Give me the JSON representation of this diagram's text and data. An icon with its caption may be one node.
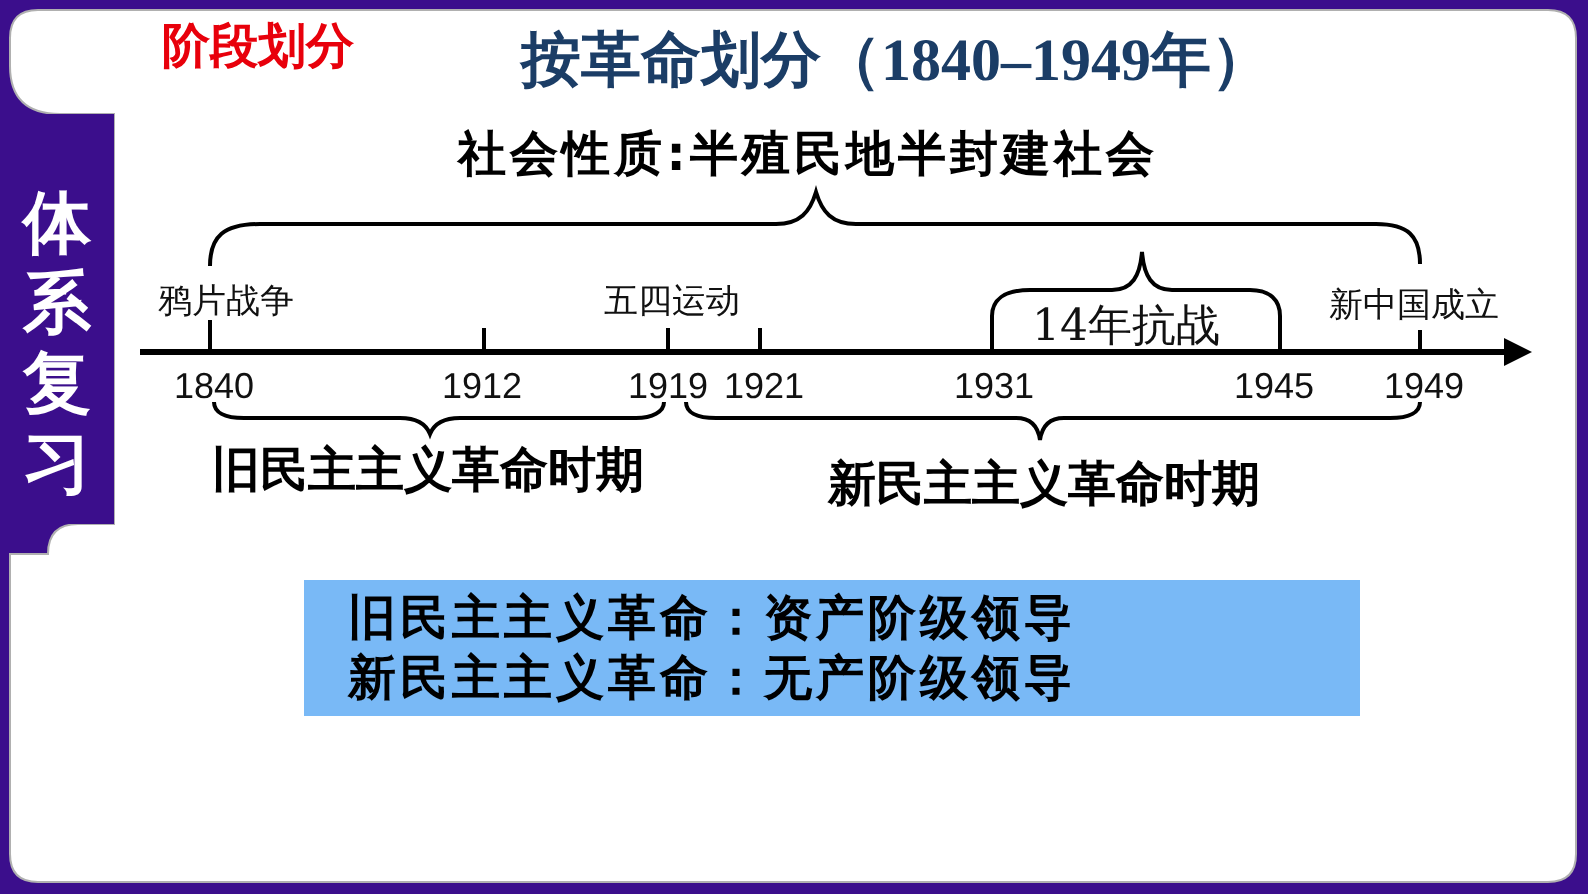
{
  "diagram": {
    "title": "按革命划分（1840–1949年）",
    "nodes": [
      {
        "text": [
          "体系复习"
        ]
      },
      {
        "text": [
          "旧民主主义革命：资产阶级领导",
          "新民主主义革命：无产阶级领导"
        ]
      }
    ],
    "labels": [
      "阶段划分",
      "社会性质:半殖民地半封建社会",
      "鸦片战争",
      "五四运动",
      "14年抗战",
      "新中国成立",
      "1840",
      "1912",
      "1919",
      "1921",
      "1931",
      "1945",
      "1949",
      "旧民主主义革命时期",
      "新民主主义革命时期"
    ]
  }
}
